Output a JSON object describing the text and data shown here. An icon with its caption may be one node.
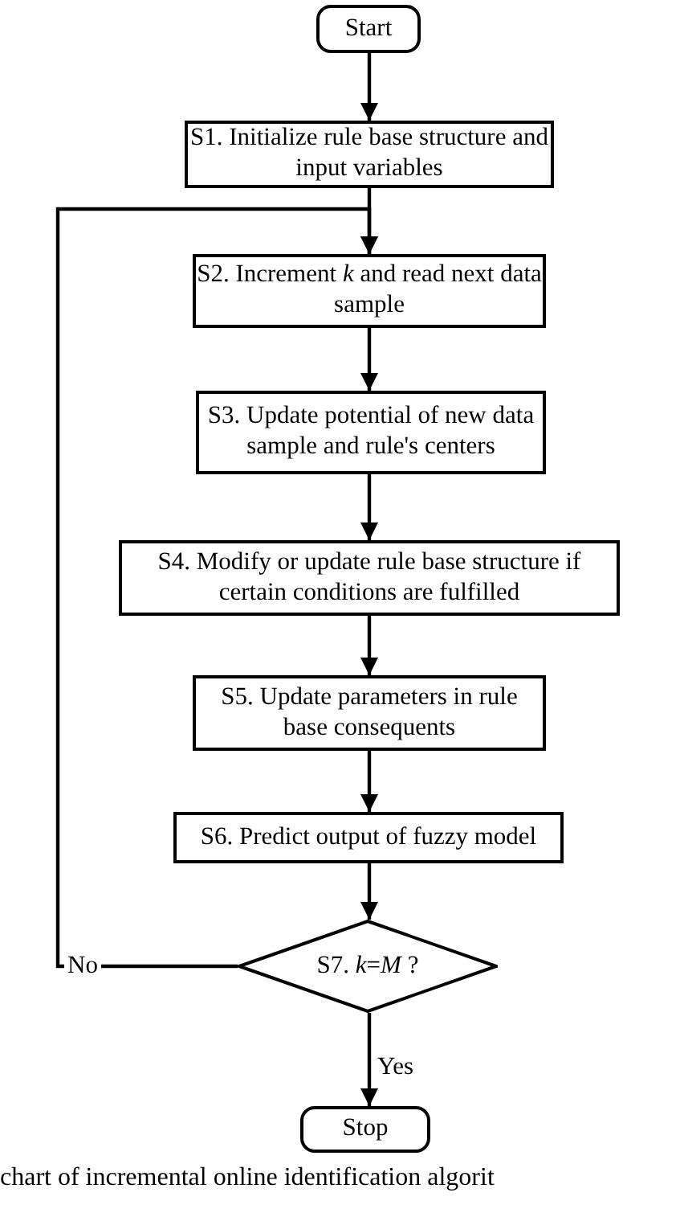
{
  "diagram": {
    "caption": "chart of incremental online identification algorit",
    "nodes": [
      {
        "text": [
          "Start"
        ]
      },
      {
        "text": [
          "S1. Initialize rule base structure and input variables"
        ]
      },
      {
        "text": [
          "S2. Increment *k* and read next data sample"
        ]
      },
      {
        "text": [
          "S3. Update potential of new data sample and rule's centers"
        ]
      },
      {
        "text": [
          "S4. Modify or update rule base structure if certain conditions are fulfilled"
        ]
      },
      {
        "text": [
          "S5. Update parameters in rule base consequents"
        ]
      },
      {
        "text": [
          "S6. Predict output of fuzzy model"
        ]
      },
      {
        "text": [
          "S7. *k*=*M* ?"
        ]
      },
      {
        "text": [
          "Stop"
        ]
      }
    ],
    "edges": [
      {
        "from": 0,
        "to": 1,
        "arrow": "to"
      },
      {
        "from": 1,
        "to": 2,
        "arrow": "to"
      },
      {
        "from": 2,
        "to": 3,
        "arrow": "to"
      },
      {
        "from": 3,
        "to": 4,
        "arrow": "to"
      },
      {
        "from": 4,
        "to": 5,
        "arrow": "to"
      },
      {
        "from": 5,
        "to": 6,
        "arrow": "to"
      },
      {
        "from": 6,
        "to": 7,
        "arrow": "to"
      },
      {
        "from": 7,
        "to": 8,
        "label": "Yes",
        "arrow": "to"
      },
      {
        "from": 7,
        "to": 2,
        "label": "No",
        "arrow": "to"
      }
    ]
  }
}
